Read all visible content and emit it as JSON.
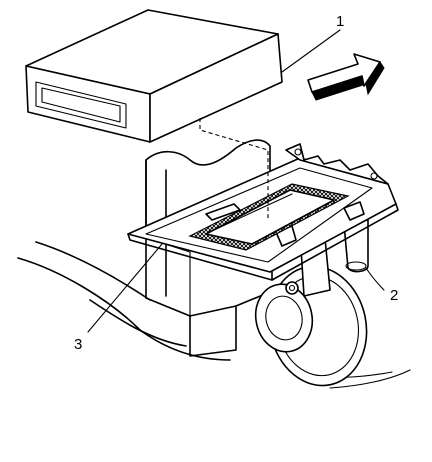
{
  "callouts": [
    {
      "label": "1"
    },
    {
      "label": "2"
    },
    {
      "label": "3"
    }
  ],
  "icons": {
    "direction_arrow": "removal-direction-arrow-icon"
  }
}
